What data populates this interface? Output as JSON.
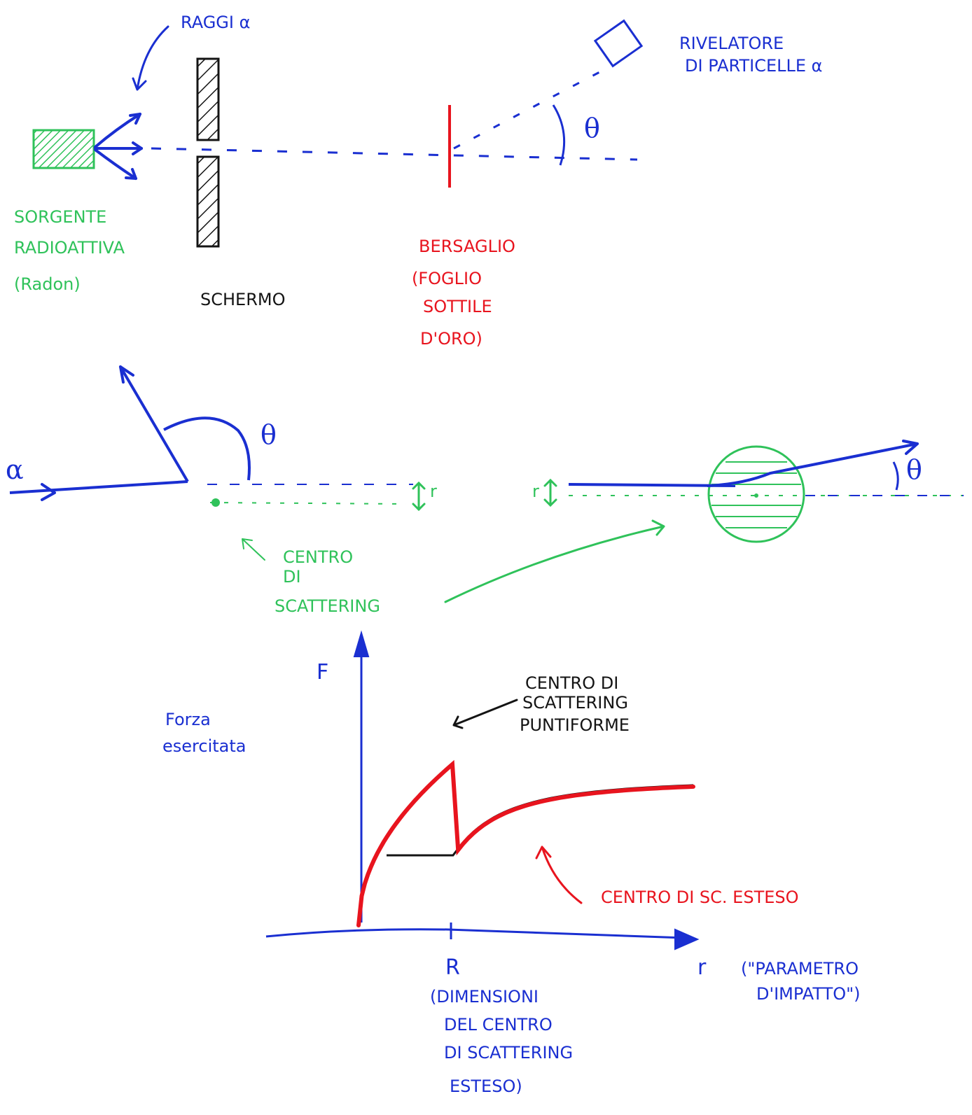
{
  "colors": {
    "blue": "#1a2fd1",
    "green": "#2fc25a",
    "red": "#e8141e",
    "black": "#141414"
  },
  "setup": {
    "alpha_rays_label": "RAGGI α",
    "source_label": [
      "SORGENTE",
      "RADIOATTIVA",
      "(Radon)"
    ],
    "screen_label": "SCHERMO",
    "target_label": [
      "BERSAGLIO",
      "(FOGLIO",
      "SOTTILE",
      "D'ORO)"
    ],
    "detector_label": [
      "RIVELATORE",
      "DI PARTICELLE α"
    ],
    "theta": "θ"
  },
  "scattering": {
    "alpha": "α",
    "theta_left": "θ",
    "theta_right": "θ",
    "r_left": "r",
    "r_right": "r",
    "center_label": [
      "CENTRO",
      "DI",
      "SCATTERING"
    ]
  },
  "graph": {
    "y_axis": "F",
    "y_desc": [
      "Forza",
      "esercitata"
    ],
    "x_axis": "r",
    "x_desc": [
      "(\"PARAMETRO",
      "D'IMPATTO\")"
    ],
    "r_tick": "R",
    "r_desc": [
      "(DIMENSIONI",
      "DEL CENTRO",
      "DI SCATTERING",
      "ESTESO)"
    ],
    "point_label": [
      "CENTRO DI",
      "SCATTERING",
      "PUNTIFORME"
    ],
    "extended_label": "CENTRO DI SC. ESTESO"
  }
}
